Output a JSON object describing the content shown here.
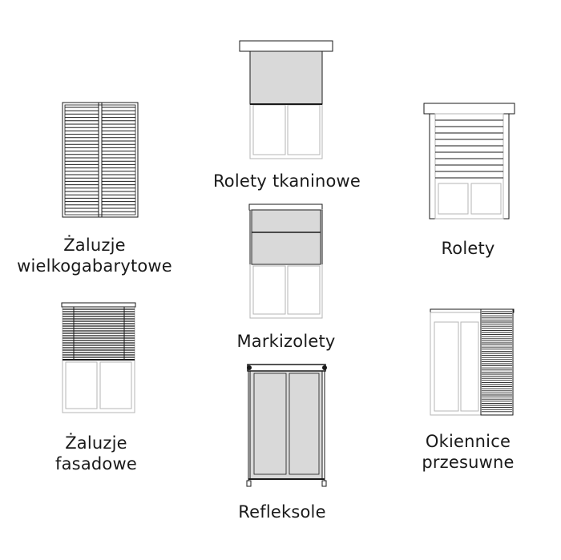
{
  "colors": {
    "stroke": "#1a1a1a",
    "light_stroke": "#b5b5b5",
    "fabric": "#d9d9d9",
    "background": "#ffffff"
  },
  "products": [
    {
      "id": "zaluzje-wielkogabarytowe",
      "lines": [
        "Żaluzje",
        "wielkogabarytowe"
      ]
    },
    {
      "id": "rolety-tkaninowe",
      "lines": [
        "Rolety tkaninowe"
      ]
    },
    {
      "id": "rolety",
      "lines": [
        "Rolety"
      ]
    },
    {
      "id": "markizolety",
      "lines": [
        "Markizolety"
      ]
    },
    {
      "id": "zaluzje-fasadowe",
      "lines": [
        "Żaluzje",
        "fasadowe"
      ]
    },
    {
      "id": "okiennice-przesuwne",
      "lines": [
        "Okiennice",
        "przesuwne"
      ]
    },
    {
      "id": "refleksole",
      "lines": [
        "Refleksole"
      ]
    }
  ]
}
